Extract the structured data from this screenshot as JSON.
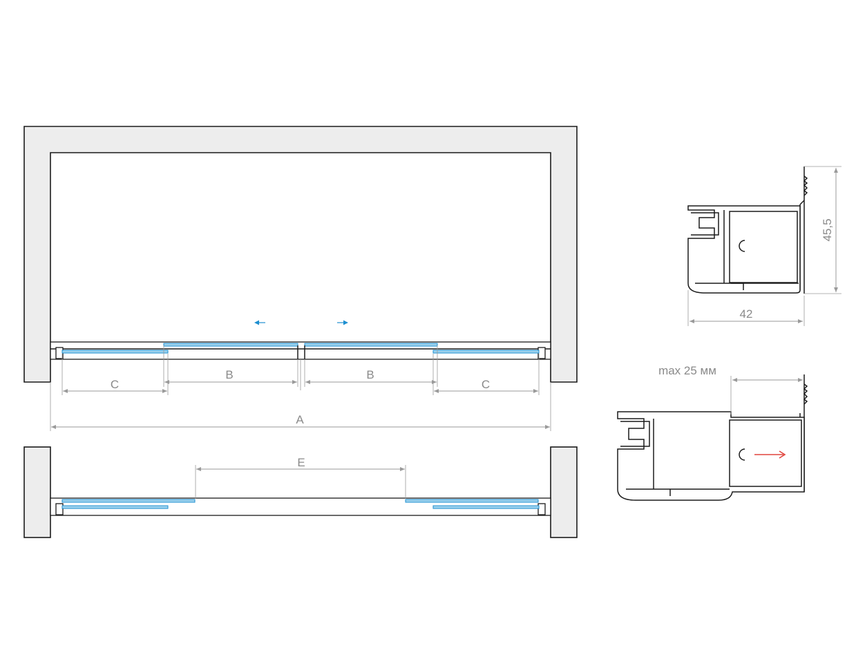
{
  "labels": {
    "A": "A",
    "B_left": "B",
    "B_right": "B",
    "C_left": "C",
    "C_right": "C",
    "E": "E",
    "profile_height": "45,5",
    "profile_width": "42",
    "max_note": "max 25 мм"
  },
  "colors": {
    "glass": "#9fd3ee",
    "glass_edge": "#1e8fd0",
    "arrow_open": "#1e8fd0",
    "arrow_adjust": "#e0443c",
    "wall": "#ededed"
  }
}
